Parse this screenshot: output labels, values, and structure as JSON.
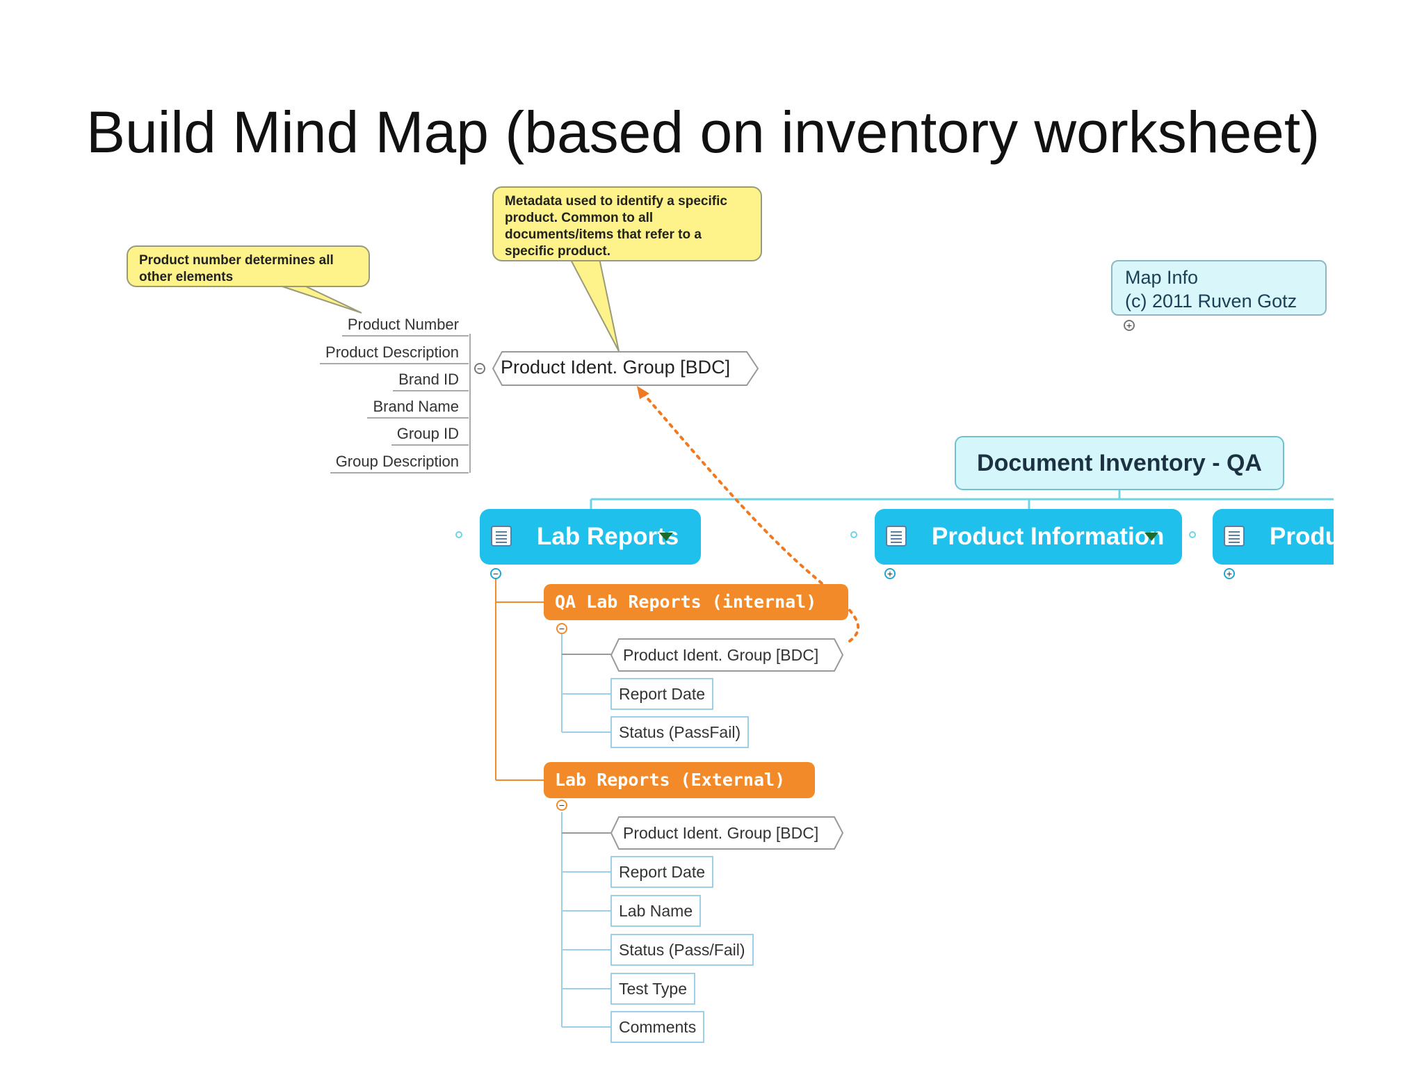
{
  "title": "Build Mind Map (based on inventory worksheet)",
  "callouts": {
    "product_number": "Product number  determines all other elements",
    "metadata": "Metadata used to identify a specific product. Common to all documents/items that refer to a specific product."
  },
  "product_ident_group": {
    "label": "Product Ident. Group [BDC]",
    "fields": [
      "Product Number",
      "Product Description",
      "Brand ID",
      "Brand Name",
      "Group ID",
      "Group Description"
    ]
  },
  "map_info": {
    "line1": "Map Info",
    "line2": "(c) 2011 Ruven Gotz"
  },
  "root": {
    "label": "Document Inventory - QA"
  },
  "main_topics": [
    {
      "label": "Lab Reports"
    },
    {
      "label": "Product Information"
    },
    {
      "label": "Producti"
    }
  ],
  "lab_reports": {
    "internal": {
      "label": "QA Lab Reports (internal)",
      "items": [
        "Product Ident. Group [BDC]",
        "Report Date",
        "Status (PassFail)"
      ]
    },
    "external": {
      "label": "Lab Reports (External)",
      "items": [
        "Product Ident. Group [BDC]",
        "Report Date",
        "Lab Name",
        "Status (Pass/Fail)",
        "Test Type",
        "Comments"
      ]
    }
  },
  "colors": {
    "main_topic": "#1fc0ec",
    "sub_topic": "#f38a2a",
    "callout": "#fdf38a",
    "root": "#d5f7fb",
    "link": "#f07a22"
  },
  "icons": {
    "topic_notes": "notes-icon",
    "dropdown": "chevron-down-icon",
    "expand": "plus-toggle-icon",
    "collapse": "minus-toggle-icon"
  }
}
